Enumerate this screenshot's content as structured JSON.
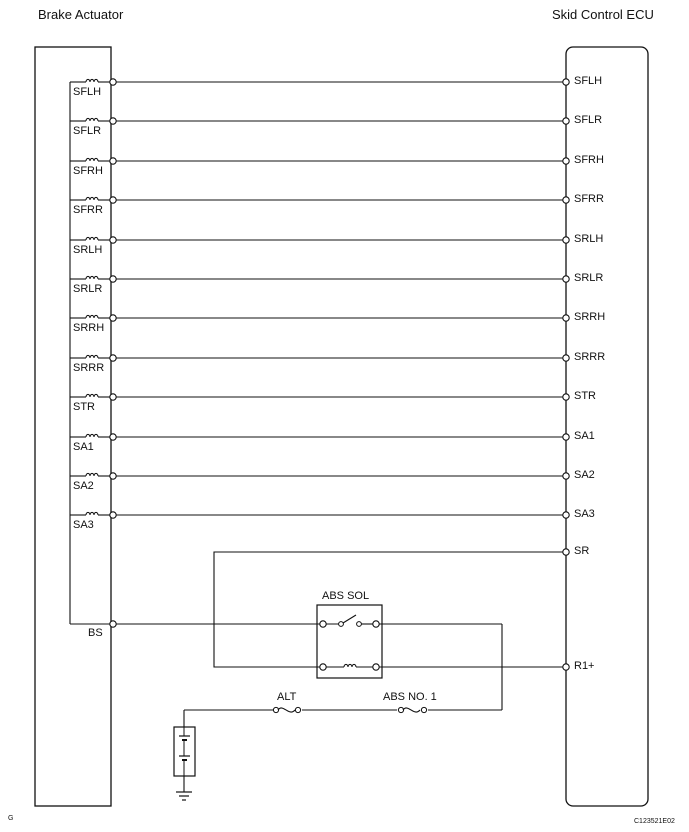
{
  "titles": {
    "left": "Brake Actuator",
    "right": "Skid Control ECU"
  },
  "signals": [
    {
      "actuator_label": "SFLH",
      "ecu_label": "SFLH"
    },
    {
      "actuator_label": "SFLR",
      "ecu_label": "SFLR"
    },
    {
      "actuator_label": "SFRH",
      "ecu_label": "SFRH"
    },
    {
      "actuator_label": "SFRR",
      "ecu_label": "SFRR"
    },
    {
      "actuator_label": "SRLH",
      "ecu_label": "SRLH"
    },
    {
      "actuator_label": "SRLR",
      "ecu_label": "SRLR"
    },
    {
      "actuator_label": "SRRH",
      "ecu_label": "SRRH"
    },
    {
      "actuator_label": "SRRR",
      "ecu_label": "SRRR"
    },
    {
      "actuator_label": "STR",
      "ecu_label": "STR"
    },
    {
      "actuator_label": "SA1",
      "ecu_label": "SA1"
    },
    {
      "actuator_label": "SA2",
      "ecu_label": "SA2"
    },
    {
      "actuator_label": "SA3",
      "ecu_label": "SA3"
    }
  ],
  "ecu_extra": {
    "sr": "SR",
    "r1": "R1+"
  },
  "actuator_extra": {
    "bs": "BS"
  },
  "components": {
    "relay": "ABS SOL",
    "fuse_alt": "ALT",
    "fuse_abs": "ABS NO. 1"
  },
  "footer": {
    "left_mark": "G",
    "code": "C123521E02"
  }
}
